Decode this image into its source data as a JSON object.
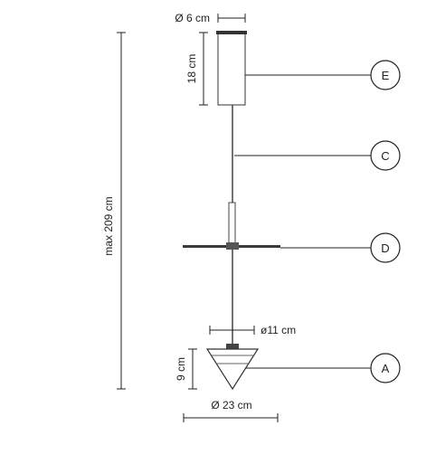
{
  "dimensions": {
    "canopy_diameter": "Ø 6 cm",
    "canopy_height": "18 cm",
    "max_height": "max 209 cm",
    "small_diameter": "ø11 cm",
    "shade_height": "9 cm",
    "shade_diameter": "Ø 23 cm"
  },
  "callouts": {
    "E": "E",
    "C": "C",
    "D": "D",
    "A": "A"
  },
  "colors": {
    "line": "#222222",
    "fixture": "#3a3a3a",
    "background": "#ffffff"
  }
}
